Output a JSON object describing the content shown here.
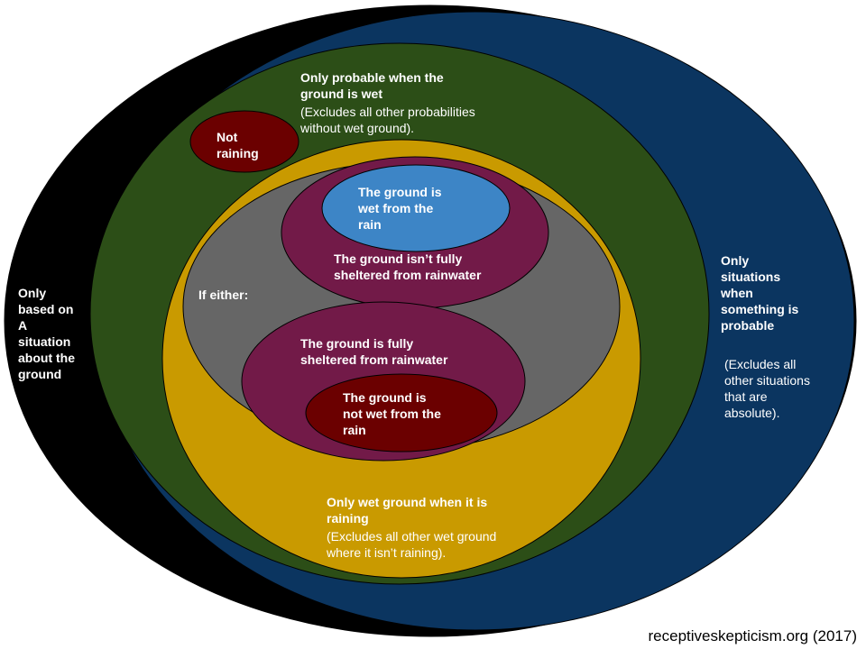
{
  "colors": {
    "outer": "#000000",
    "probable": "#0b3560",
    "wet_ground": "#2c4e17",
    "raining": "#c99a00",
    "either": "#666666",
    "sheltered": "#721a48",
    "not_raining": "#6b0000",
    "wet_from_rain": "#3d85c6",
    "not_wet_from_rain": "#6b0000"
  },
  "labels": {
    "outer": "Only\nbased on\nA\nsituation\nabout the\nground",
    "probable_bold": "Only\nsituations\nwhen\nsomething is\nprobable",
    "probable_note": "(Excludes all\nother situations\nthat are\nabsolute).",
    "wet_ground_bold": "Only probable when the\nground is wet",
    "wet_ground_note": " (Excludes all other probabilities\nwithout wet ground).",
    "not_raining": "Not\nraining",
    "raining_bold": "Only wet ground when it is\nraining",
    "raining_note": "(Excludes all other wet ground\nwhere it isn’t raining).",
    "either": "If either:",
    "wet_from_rain": "The ground is\nwet from the\nrain",
    "not_sheltered": "The ground isn’t fully\nsheltered from rainwater",
    "sheltered": "The ground is fully\nsheltered from rainwater",
    "not_wet_from_rain": "The ground is\nnot wet from the\nrain"
  },
  "credit": "receptiveskepticism.org (2017)"
}
